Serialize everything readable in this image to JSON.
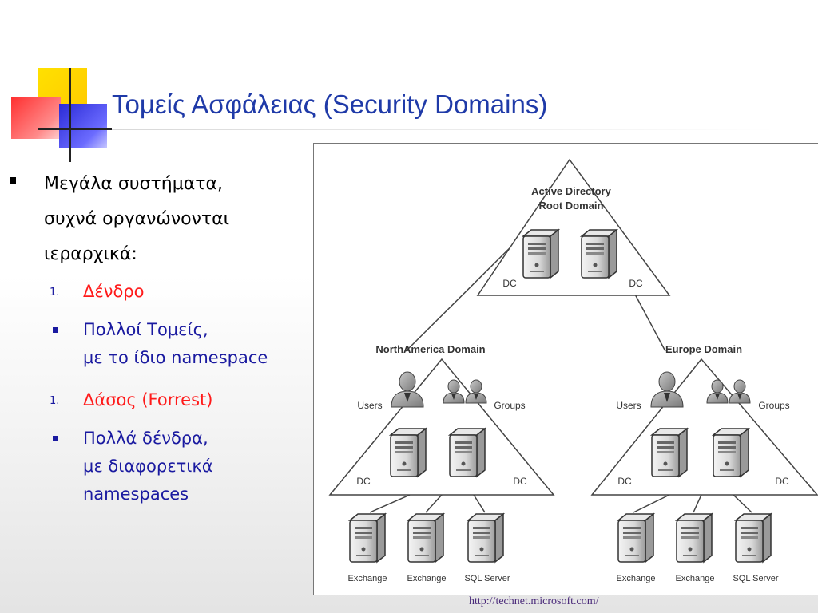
{
  "title": "Τομείς Ασφάλειας (Security Domains)",
  "bullets": {
    "main": [
      "Μεγάλα συστήματα,",
      "συχνά οργανώνονται",
      "ιεραρχικά:"
    ],
    "items": [
      {
        "number": "1.",
        "label": "Δένδρο",
        "sub": [
          "Πολλοί Τομείς,",
          "με το ίδιο namespace"
        ]
      },
      {
        "number": "1.",
        "label": "Δάσος (Forrest)",
        "sub": [
          "Πολλά δένδρα,",
          "με διαφορετικά",
          "namespaces"
        ]
      }
    ]
  },
  "diagram": {
    "root": {
      "title": [
        "Active Directory",
        "Root Domain"
      ],
      "dc_labels": [
        "DC",
        "DC"
      ]
    },
    "domains": [
      {
        "name": "NorthAmerica Domain",
        "users_label": "Users",
        "groups_label": "Groups",
        "dc_labels": [
          "DC",
          "DC"
        ],
        "servers": [
          "Exchange",
          "Exchange",
          "SQL Server"
        ]
      },
      {
        "name": "Europe Domain",
        "users_label": "Users",
        "groups_label": "Groups",
        "dc_labels": [
          "DC",
          "DC"
        ],
        "servers": [
          "Exchange",
          "Exchange",
          "SQL Server"
        ]
      }
    ]
  },
  "footer": "http://technet.microsoft.com/",
  "colors": {
    "title": "#1f3aa8",
    "accent_red": "#ff1a1a",
    "text_blue": "#1a1aa0"
  }
}
